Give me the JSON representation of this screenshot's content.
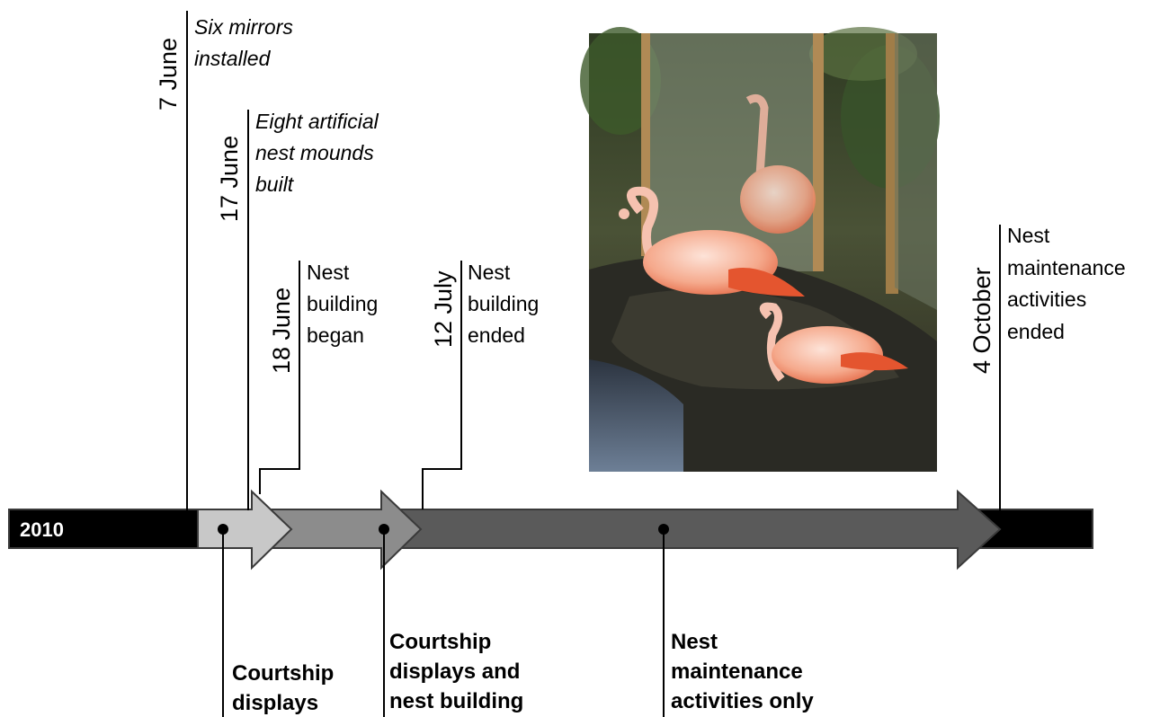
{
  "year_label": "2010",
  "events": [
    {
      "date": "7 June",
      "note": [
        "Six mirrors",
        "installed"
      ],
      "italic": true
    },
    {
      "date": "17 June",
      "note": [
        "Eight artificial",
        "nest mounds",
        "built"
      ],
      "italic": true
    },
    {
      "date": "18 June",
      "note": [
        "Nest",
        "building",
        "began"
      ],
      "italic": false
    },
    {
      "date": "12 July",
      "note": [
        "Nest",
        "building",
        "ended"
      ],
      "italic": false
    },
    {
      "date": "4 October",
      "note": [
        "Nest",
        "maintenance",
        "activities",
        "ended"
      ],
      "italic": false
    }
  ],
  "phases": [
    {
      "label": [
        "Courtship",
        "displays"
      ],
      "color": "#c8c8c8"
    },
    {
      "label": [
        "Courtship",
        "displays and",
        "nest building"
      ],
      "color": "#8c8c8c"
    },
    {
      "label": [
        "Nest",
        "maintenance",
        "activities only"
      ],
      "color": "#5a5a5a"
    }
  ],
  "colors": {
    "timeline_bar": "#000000",
    "outline": "#3a3a3a"
  },
  "photo": {
    "subject": "flamingos-nesting-with-mirrors"
  }
}
